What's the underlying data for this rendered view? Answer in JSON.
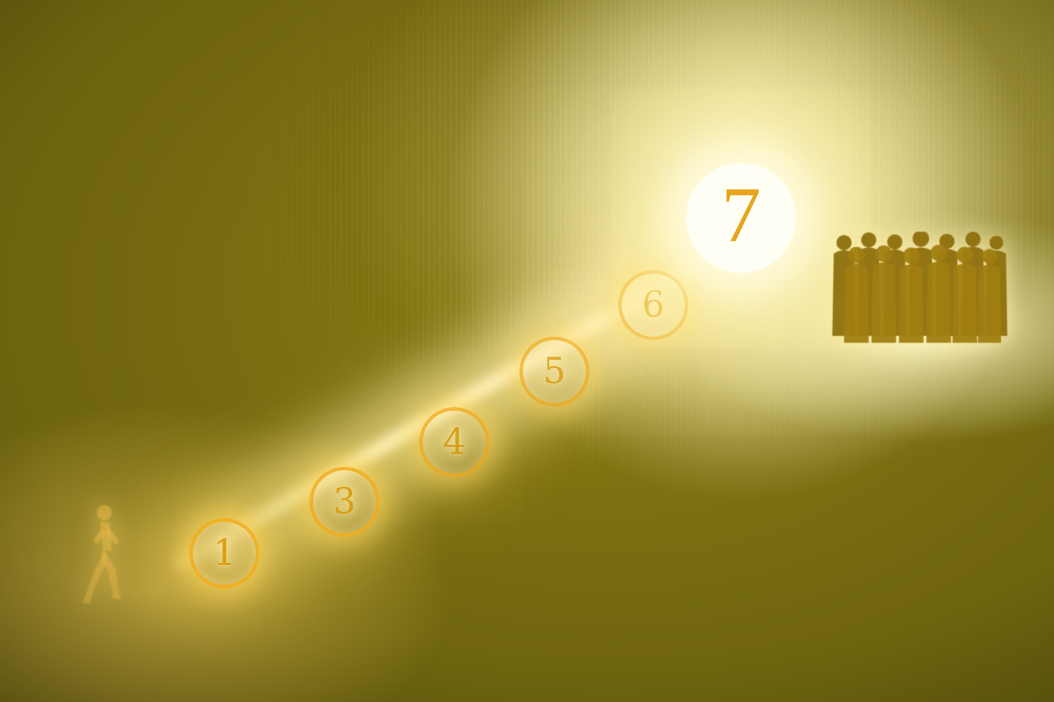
{
  "steps": [
    {
      "label": "1"
    },
    {
      "label": "3"
    },
    {
      "label": "4"
    },
    {
      "label": "5"
    },
    {
      "label": "6"
    }
  ],
  "final_step": {
    "label": "7"
  },
  "icons": {
    "walker": "walking-person-icon",
    "crowd": "group-of-people-icon"
  },
  "colors": {
    "background_olive": "#6e640f",
    "glow_white": "#fffdf0",
    "glow_gold": "#ffd96a",
    "ring_gold": "#f3b024",
    "number_gold": "#dd9f12",
    "final_circle_bg": "#fffef4",
    "final_number_gold": "#e6a51a"
  }
}
